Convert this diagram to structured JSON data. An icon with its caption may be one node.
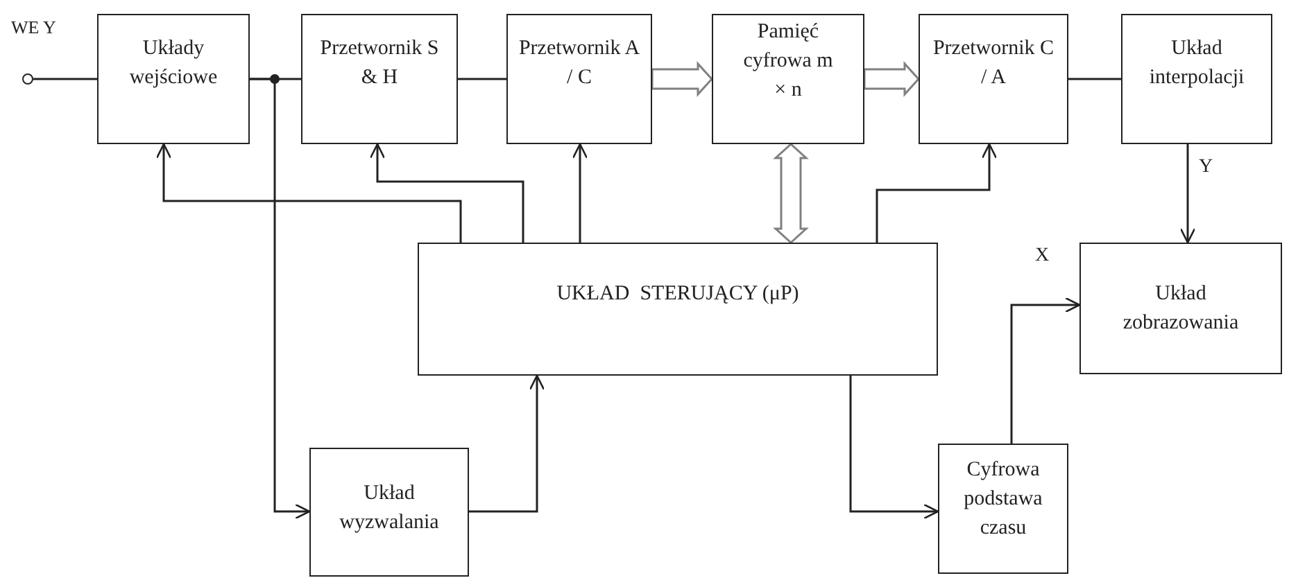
{
  "diagram": {
    "nodes": [
      {
        "text": [],
        "shape": "circle",
        "beside": [
          "WE Y"
        ]
      },
      {
        "text": [
          "Układy wejściowe"
        ]
      },
      {
        "text": [
          "Przetwornik S & H"
        ]
      },
      {
        "text": [
          "Przetwornik A / C"
        ]
      },
      {
        "text": [
          "Pamięć cyfrowa m × n"
        ]
      },
      {
        "text": [
          "Przetwornik C / A"
        ]
      },
      {
        "text": [
          "Układ interpolacji"
        ]
      },
      {
        "text": [
          "UKŁAD  STERUJĄCY (μP)"
        ]
      },
      {
        "text": [
          "Układ zobrazowania"
        ]
      },
      {
        "text": [
          "Układ wyzwalania"
        ]
      },
      {
        "text": [
          "Cyfrowa podstawa czasu"
        ]
      }
    ],
    "edges": [
      {
        "from": 0,
        "to": 1,
        "arrow": "none"
      },
      {
        "from": 1,
        "to": 2,
        "arrow": "none"
      },
      {
        "from": 1,
        "to": 9,
        "arrow": "to"
      },
      {
        "from": 2,
        "to": 3,
        "arrow": "none"
      },
      {
        "from": 3,
        "to": 4,
        "arrow": "to",
        "style": "thick",
        "color": "#808080"
      },
      {
        "from": 4,
        "to": 5,
        "arrow": "to",
        "style": "thick",
        "color": "#808080"
      },
      {
        "from": 7,
        "to": 4,
        "arrow": "both",
        "style": "thick",
        "color": "#808080"
      },
      {
        "from": 5,
        "to": 6,
        "arrow": "none"
      },
      {
        "from": 6,
        "to": 8,
        "arrow": "to",
        "label": "Y"
      },
      {
        "from": 7,
        "to": 1,
        "arrow": "to"
      },
      {
        "from": 7,
        "to": 2,
        "arrow": "to"
      },
      {
        "from": 7,
        "to": 3,
        "arrow": "to"
      },
      {
        "from": 7,
        "to": 5,
        "arrow": "to"
      },
      {
        "from": 9,
        "to": 7,
        "arrow": "to"
      },
      {
        "from": 7,
        "to": 10,
        "arrow": "to"
      },
      {
        "from": 10,
        "to": 8,
        "arrow": "to",
        "label": "X"
      }
    ]
  }
}
